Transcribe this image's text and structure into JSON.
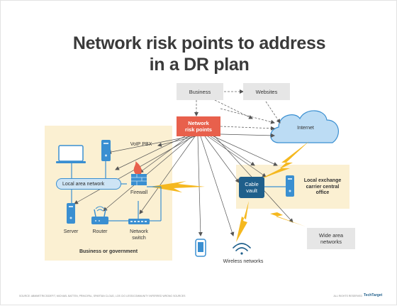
{
  "title_line1": "Network risk points to address",
  "title_line2": "in a DR plan",
  "nodes": {
    "business": "Business",
    "websites": "Websites",
    "network_risk_points_l1": "Network",
    "network_risk_points_l2": "risk points",
    "internet": "Internet",
    "voip_pbx": "VoIP PBX",
    "local_area_network": "Local area network",
    "firewall": "Firewall",
    "server": "Server",
    "router": "Router",
    "network_switch_l1": "Network",
    "network_switch_l2": "switch",
    "business_or_government": "Business or government",
    "cable_vault_l1": "Cable",
    "cable_vault_l2": "vault",
    "local_exchange_l1": "Local exchange",
    "local_exchange_l2": "carrier central",
    "local_exchange_l3": "office",
    "wide_area_l1": "Wide area",
    "wide_area_l2": "networks",
    "wireless_networks": "Wireless networks"
  },
  "footer": {
    "left": "SOURCE: ABMMETRICS/DEF/T, MICHAEL BATTEN, PRINCIPAL, SPARTAN CLOUD, LOS CIO LESS/COMMUNITY INFERRED WRONG SOURCES",
    "right": "ALL RIGHTS RESERVED",
    "brand": "TechTarget"
  },
  "colors": {
    "risk": "#e8604c",
    "vault": "#1f5f8b",
    "zone": "#fbf0d2",
    "cloud": "#bcdcf4",
    "bolt": "#f5b81f",
    "device": "#3a8fd1"
  }
}
